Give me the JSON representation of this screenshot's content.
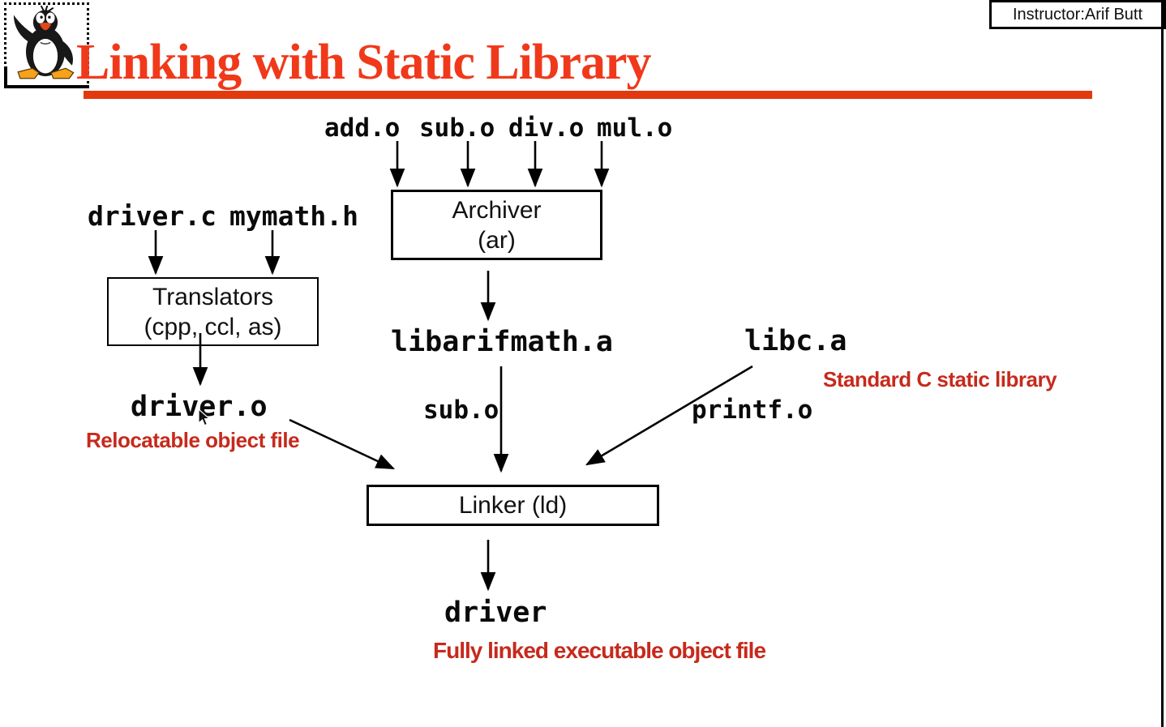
{
  "window": {
    "instructor_badge": "Instructor:Arif Butt"
  },
  "header": {
    "title": "Linking with Static Library",
    "logo": "tux-penguin-icon"
  },
  "diagram": {
    "object_files": [
      "add.o",
      "sub.o",
      "div.o",
      "mul.o"
    ],
    "source_file": "driver.c",
    "header_file": "mymath.h",
    "archiver_box": {
      "line1": "Archiver",
      "line2": "(ar)"
    },
    "translators_box": {
      "line1": "Translators",
      "line2": "(cpp, ccl, as)"
    },
    "linker_box": {
      "line1": "Linker (ld)"
    },
    "driver_object": "driver.o",
    "relocatable_caption": "Relocatable object file",
    "static_library": "libarifmath.a",
    "extracted_member": "sub.o",
    "libc_library": "libc.a",
    "libc_caption": "Standard C static library",
    "libc_member": "printf.o",
    "executable": "driver",
    "executable_caption": "Fully linked executable object file"
  },
  "colors": {
    "title_red": "#f0391b",
    "underline_red": "#e23a0e",
    "caption_red": "#c62a1c",
    "text_black": "#0a0a0a"
  }
}
